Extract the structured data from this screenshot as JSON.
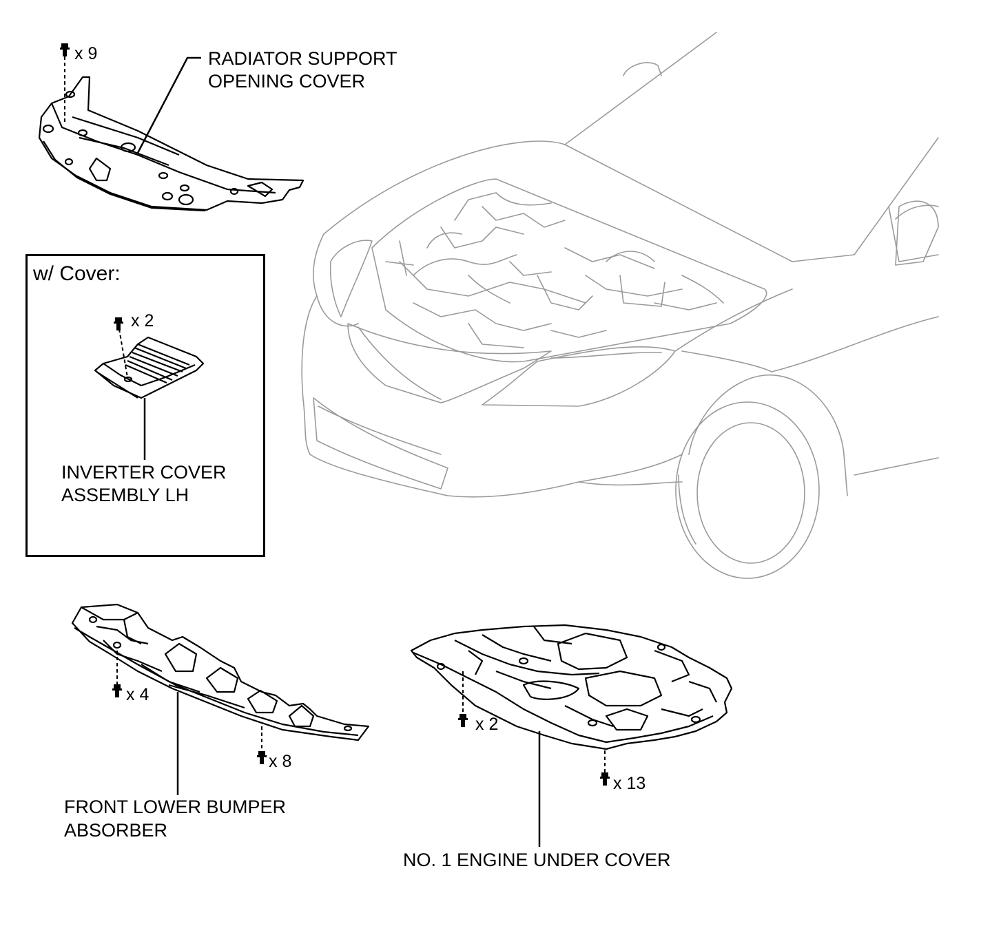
{
  "labels": {
    "radiator_cover_line1": "RADIATOR SUPPORT",
    "radiator_cover_line2": "OPENING COVER",
    "inverter_cover_line1": "INVERTER COVER",
    "inverter_cover_line2": "ASSEMBLY LH",
    "bumper_absorber_line1": "FRONT LOWER BUMPER",
    "bumper_absorber_line2": "ABSORBER",
    "engine_under_cover": "NO. 1 ENGINE UNDER COVER"
  },
  "inset": {
    "title": "w/ Cover:"
  },
  "fasteners": {
    "radiator_cover_qty": "x 9",
    "inverter_cover_qty": "x 2",
    "bumper_left_qty": "x 4",
    "bumper_right_qty": "x 8",
    "engine_left_qty": "x 2",
    "engine_right_qty": "x 13"
  }
}
